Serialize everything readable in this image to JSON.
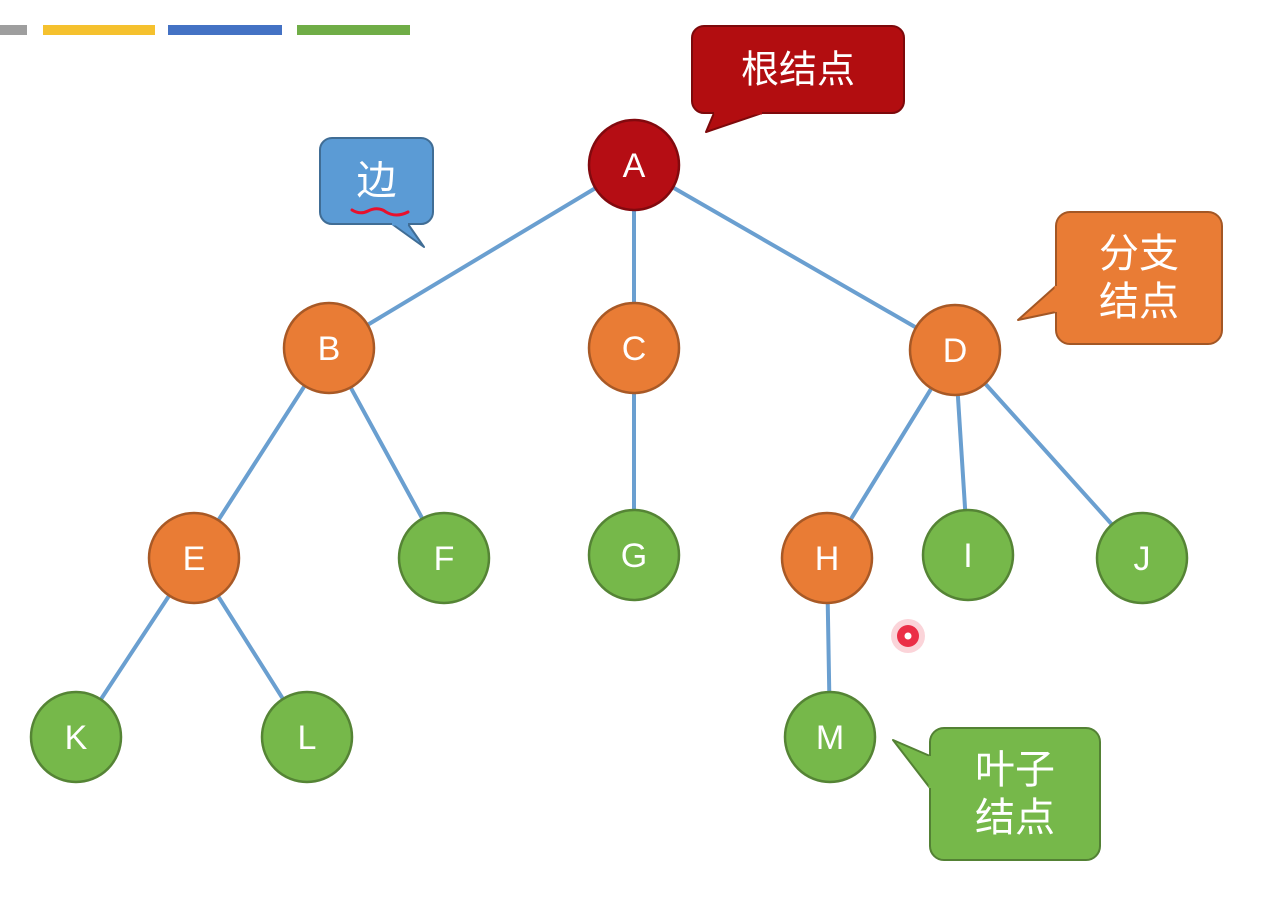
{
  "colors": {
    "root": "#b50d14",
    "branch": "#e97c35",
    "leaf": "#76b84a",
    "edge": "#6a9fd0",
    "callout_edge_label": "#5b9bd5",
    "callout_root": "#b20d10",
    "callout_branch": "#e97c35",
    "callout_leaf": "#76b84a",
    "pen_mark": "#e8102c"
  },
  "top_bar": [
    {
      "color": "#9e9e9e"
    },
    {
      "color": "#f5c12e"
    },
    {
      "color": "#4472c4"
    },
    {
      "color": "#70ad47"
    }
  ],
  "nodes": [
    {
      "id": "A",
      "label": "A",
      "kind": "root",
      "level": 0
    },
    {
      "id": "B",
      "label": "B",
      "kind": "branch",
      "level": 1
    },
    {
      "id": "C",
      "label": "C",
      "kind": "branch",
      "level": 1
    },
    {
      "id": "D",
      "label": "D",
      "kind": "branch",
      "level": 1
    },
    {
      "id": "E",
      "label": "E",
      "kind": "branch",
      "level": 2
    },
    {
      "id": "F",
      "label": "F",
      "kind": "leaf",
      "level": 2
    },
    {
      "id": "G",
      "label": "G",
      "kind": "leaf",
      "level": 2
    },
    {
      "id": "H",
      "label": "H",
      "kind": "branch",
      "level": 2
    },
    {
      "id": "I",
      "label": "I",
      "kind": "leaf",
      "level": 2
    },
    {
      "id": "J",
      "label": "J",
      "kind": "leaf",
      "level": 2
    },
    {
      "id": "K",
      "label": "K",
      "kind": "leaf",
      "level": 3
    },
    {
      "id": "L",
      "label": "L",
      "kind": "leaf",
      "level": 3
    },
    {
      "id": "M",
      "label": "M",
      "kind": "leaf",
      "level": 3
    }
  ],
  "edges": [
    {
      "from": "A",
      "to": "B"
    },
    {
      "from": "A",
      "to": "C"
    },
    {
      "from": "A",
      "to": "D"
    },
    {
      "from": "B",
      "to": "E"
    },
    {
      "from": "B",
      "to": "F"
    },
    {
      "from": "C",
      "to": "G"
    },
    {
      "from": "D",
      "to": "H"
    },
    {
      "from": "D",
      "to": "I"
    },
    {
      "from": "D",
      "to": "J"
    },
    {
      "from": "E",
      "to": "K"
    },
    {
      "from": "E",
      "to": "L"
    },
    {
      "from": "H",
      "to": "M"
    }
  ],
  "callouts": [
    {
      "id": "edge-callout",
      "lines": [
        "边"
      ],
      "kind": "edge_label",
      "points_to": "edge A-B",
      "underlined": true
    },
    {
      "id": "root-callout",
      "lines": [
        "根结点"
      ],
      "kind": "root",
      "points_to": "A"
    },
    {
      "id": "branch-callout",
      "lines": [
        "分支",
        "结点"
      ],
      "kind": "branch",
      "points_to": "D"
    },
    {
      "id": "leaf-callout",
      "lines": [
        "叶子",
        "结点"
      ],
      "kind": "leaf",
      "points_to": "M"
    }
  ]
}
